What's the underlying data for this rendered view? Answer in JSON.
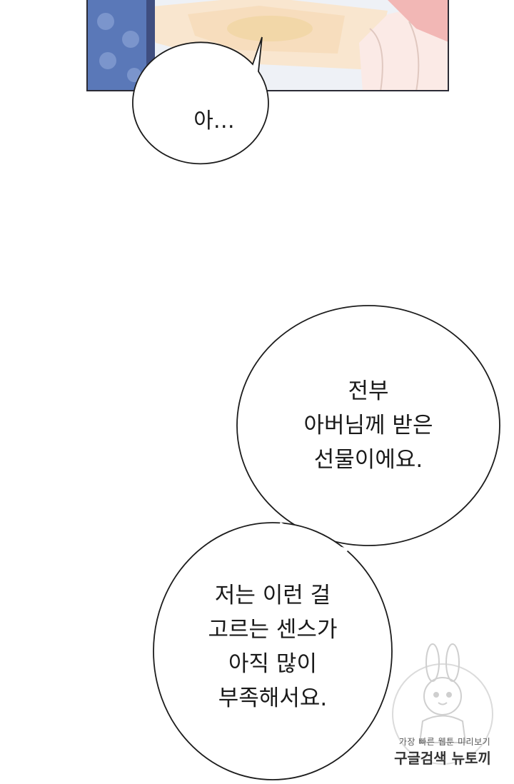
{
  "bubbles": {
    "first": "아…",
    "second": "전부\n아버님께 받은\n선물이에요.",
    "third": "저는 이런 걸\n고르는 센스가\n아직 많이\n부족해서요."
  },
  "watermark": {
    "line1": "가장 빠른 웹툰 미리보기",
    "line2": "구글검색 뉴토끼",
    "icon": "rabbit-mascot-icon"
  },
  "colors": {
    "bubble_outline": "#1c1c1c",
    "panel_border": "#2b2b35",
    "kimono_blue": "#5a78b8"
  }
}
